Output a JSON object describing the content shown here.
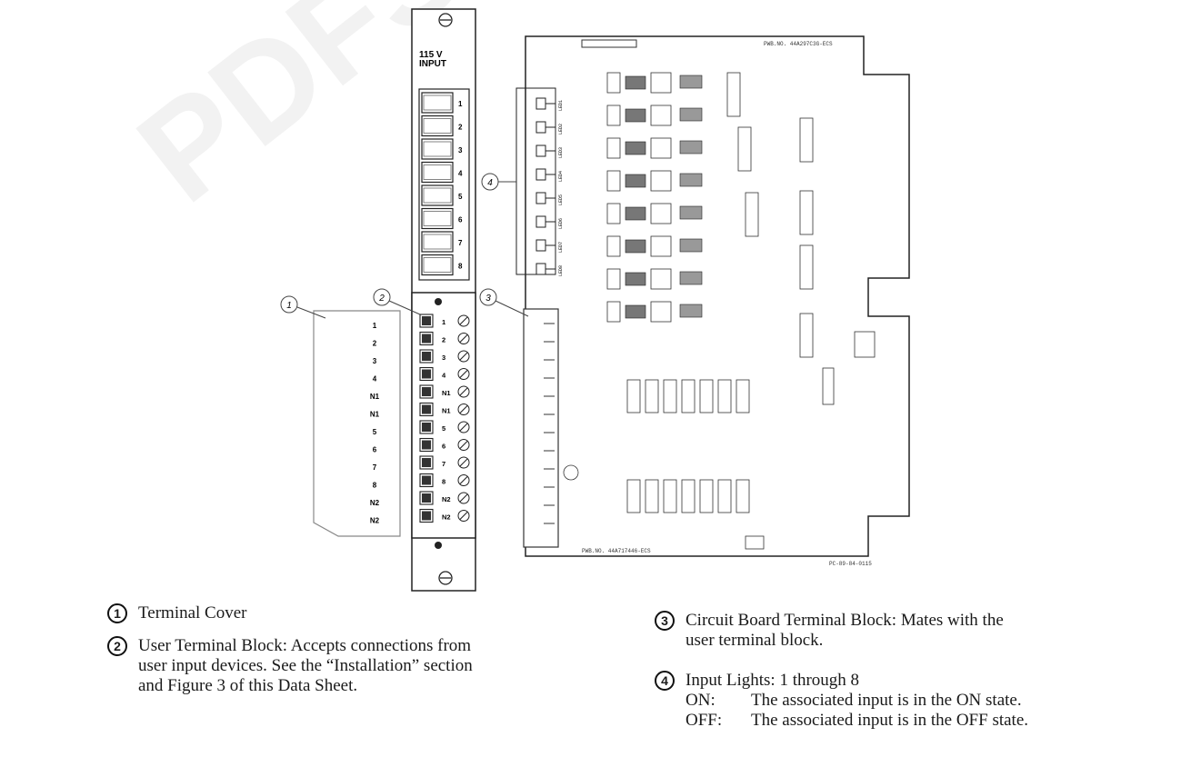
{
  "module": {
    "label_line1": "115 V",
    "label_line2": "INPUT",
    "light_numbers": [
      "1",
      "2",
      "3",
      "4",
      "5",
      "6",
      "7",
      "8"
    ]
  },
  "terminal_cover": {
    "labels": [
      "1",
      "2",
      "3",
      "4",
      "N1",
      "N1",
      "5",
      "6",
      "7",
      "8",
      "N2",
      "N2"
    ]
  },
  "terminal_block": {
    "labels": [
      "1",
      "2",
      "3",
      "4",
      "N1",
      "N1",
      "5",
      "6",
      "7",
      "8",
      "N2",
      "N2"
    ]
  },
  "board": {
    "part_number_top": "PWB.NO. 44A297C3G-ECS",
    "part_number_bottom": "PWB.NO. 44A717446-ECS",
    "led_labels": [
      "LED1",
      "LED2",
      "LED3",
      "LED4",
      "LED5",
      "LED6",
      "LED7",
      "LED8"
    ],
    "figure_code": "PC-89-84-0115"
  },
  "callouts": [
    "1",
    "2",
    "3",
    "4"
  ],
  "legend": [
    {
      "num": "1",
      "lines": [
        "Terminal Cover"
      ]
    },
    {
      "num": "2",
      "lines": [
        "User Terminal Block:  Accepts connections from",
        "user input devices. See the “Installation” section",
        "and Figure 3 of this Data Sheet."
      ]
    },
    {
      "num": "3",
      "lines": [
        "Circuit Board Terminal Block:  Mates with the",
        "user terminal block."
      ]
    },
    {
      "num": "4",
      "lines": [
        "Input Lights:  1 through 8"
      ],
      "states": [
        {
          "key": "ON:",
          "text": "The associated input is in the ON state."
        },
        {
          "key": "OFF:",
          "text": "The associated input is in the OFF state."
        }
      ]
    }
  ]
}
